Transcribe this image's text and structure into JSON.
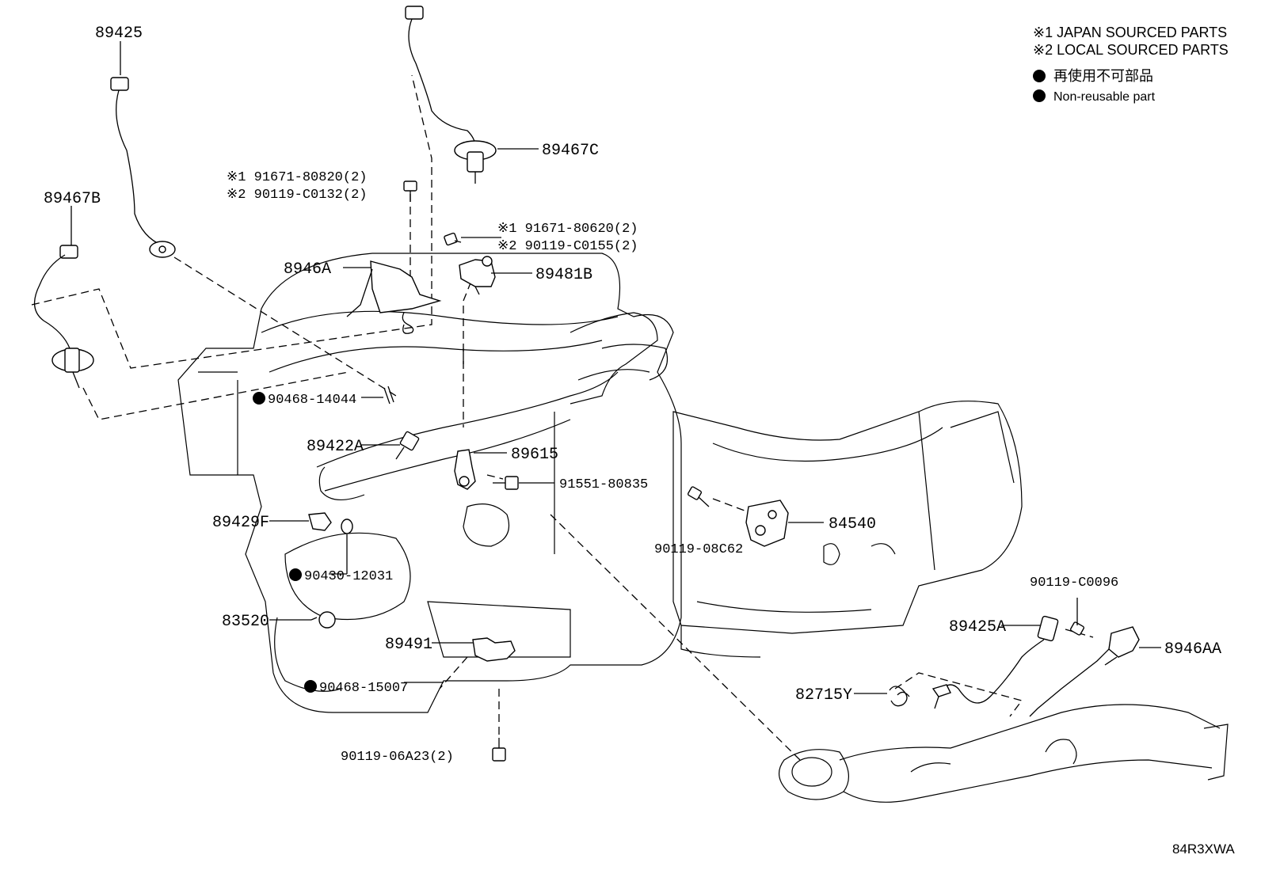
{
  "legend": {
    "japan": "※1 JAPAN SOURCED PARTS",
    "local": "※2 LOCAL SOURCED PARTS",
    "nonreusable_jp": "再使用不可部品",
    "nonreusable_en": "Non-reusable part"
  },
  "labels": {
    "p89425": "89425",
    "p89467B": "89467B",
    "p89467C": "89467C",
    "p8946A": "8946A",
    "bolt1_j": "※1 91671-80820(2)",
    "bolt1_l": "※2 90119-C0132(2)",
    "bolt2_j": "※1 91671-80620(2)",
    "bolt2_l": "※2 90119-C0155(2)",
    "p89481B": "89481B",
    "p90468_14044": "90468-14044",
    "p89422A": "89422A",
    "p89615": "89615",
    "p91551": "91551-80835",
    "p89429F": "89429F",
    "p84540": "84540",
    "p90119_08C62": "90119-08C62",
    "p90430": "90430-12031",
    "p83520": "83520",
    "p89491": "89491",
    "p90468_15007": "90468-15007",
    "p90119_06A23": "90119-06A23(2)",
    "p90119_C0096": "90119-C0096",
    "p89425A": "89425A",
    "p8946AA": "8946AA",
    "p82715Y": "82715Y"
  },
  "reference": "84R3XWA"
}
